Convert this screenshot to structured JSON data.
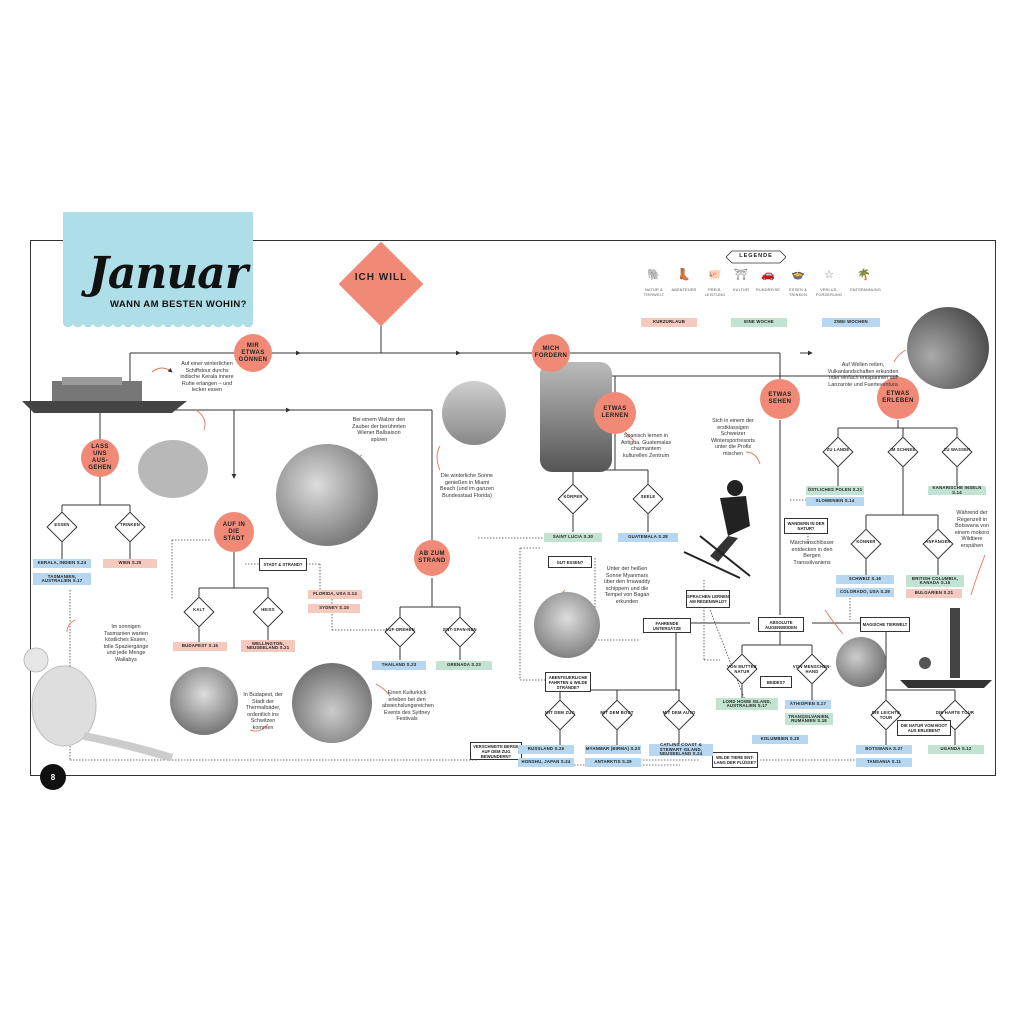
{
  "title": {
    "main": "Januar",
    "subtitle": "WANN AM BESTEN WOHIN?"
  },
  "page_number": "8",
  "start": {
    "label": "ICH WILL"
  },
  "colors": {
    "coral": "#f08a76",
    "blue_tag": "#b6d7ef",
    "pink_tag": "#f6c9bf",
    "green_tag": "#c3e3d2",
    "title_bg": "#aedfe8"
  },
  "legend": {
    "title": "LEGENDE",
    "items": [
      {
        "label": "NATUR & TIERWELT",
        "icon": "elephant-icon",
        "glyph": "🐘"
      },
      {
        "label": "ABENTEUER",
        "icon": "boot-icon",
        "glyph": "👢"
      },
      {
        "label": "PREIS-LEISTUNG",
        "icon": "piggy-bank-icon",
        "glyph": "🐖"
      },
      {
        "label": "KULTUR",
        "icon": "temple-icon",
        "glyph": "⛩"
      },
      {
        "label": "RUNDREISE",
        "icon": "car-icon",
        "glyph": "🚗"
      },
      {
        "label": "ESSEN & TRINKEN",
        "icon": "dish-icon",
        "glyph": "🍲"
      },
      {
        "label": "VERLUS-FORDERUNG",
        "icon": "star-icon",
        "glyph": "☆"
      },
      {
        "label": "ENTSPANNUNG",
        "icon": "palm-icon",
        "glyph": "🌴"
      }
    ],
    "durations": [
      {
        "label": "KURZURLAUB",
        "color": "pink"
      },
      {
        "label": "EINE WOCHE",
        "color": "green"
      },
      {
        "label": "ZWEI WOCHEN",
        "color": "blue"
      }
    ]
  },
  "branches": [
    {
      "label": "MIR ETWAS GÖNNEN"
    },
    {
      "label": "MICH FORDERN"
    },
    {
      "label": "LASS UNS AUS-GEHEN"
    },
    {
      "label": "AUF IN DIE STADT"
    },
    {
      "label": "AB ZUM STRAND"
    },
    {
      "label": "ETWAS LERNEN"
    },
    {
      "label": "ETWAS SEHEN"
    },
    {
      "label": "ETWAS ERLEBEN"
    }
  ],
  "decisions": [
    {
      "label": "ESSEN"
    },
    {
      "label": "TRINKEN"
    },
    {
      "label": "KALT"
    },
    {
      "label": "HEISS"
    },
    {
      "label": "AUF-DREHEN"
    },
    {
      "label": "ENT-SPAN-NEN"
    },
    {
      "label": "KÖRPER"
    },
    {
      "label": "SEELE"
    },
    {
      "label": "MIT DEM ZUG"
    },
    {
      "label": "MIT DEM BOOT"
    },
    {
      "label": "MIT DEM AUTO"
    },
    {
      "label": "VON MUTTER NATUR"
    },
    {
      "label": "VON MENSCHEN-HAND"
    },
    {
      "label": "ZU LANDE"
    },
    {
      "label": "IM SCHNEE"
    },
    {
      "label": "ZU WASSER"
    },
    {
      "label": "KÖNNER"
    },
    {
      "label": "ANFÄNGER"
    },
    {
      "label": "DIE LEICHTE TOUR"
    },
    {
      "label": "DIE HARTE TOUR"
    }
  ],
  "boxes": [
    {
      "label": "STADT & STRAND?"
    },
    {
      "label": "GUT ESSEN?"
    },
    {
      "label": "SPRACHEN LERNEN AM REGENWALD?"
    },
    {
      "label": "FAHRENDE UNTERSÄTZE"
    },
    {
      "label": "ABSOLUTE AUGENWEIDEN"
    },
    {
      "label": "MAGISCHE TIERWELT"
    },
    {
      "label": "ABENTEUERLICHE FAHRTEN & WILDE STRÄNDE?"
    },
    {
      "label": "BEIDES?"
    },
    {
      "label": "WANDERN IN DER NATUR?"
    },
    {
      "label": "VERSCHNEITE BERGE AUF DEM ZUG BEWUNDERN?"
    },
    {
      "label": "WILDE TIERE ENT-LANG DER FLÜSSE?"
    },
    {
      "label": "DIE NATUR VOM BOOT AUS ERLEBEN?"
    }
  ],
  "destinations": [
    {
      "label": "KERALA, INDIEN S.24",
      "color": "blue"
    },
    {
      "label": "TASMANIEN, AUSTRALIEN S.17",
      "color": "blue"
    },
    {
      "label": "WIEN S.20",
      "color": "pink"
    },
    {
      "label": "FLORIDA, USA S.14",
      "color": "pink"
    },
    {
      "label": "SYDNEY S.15",
      "color": "pink"
    },
    {
      "label": "BUDAPEST S.15",
      "color": "pink"
    },
    {
      "label": "WELLINGTON, NEUSEELAND S.21",
      "color": "pink"
    },
    {
      "label": "THAILAND S.23",
      "color": "blue"
    },
    {
      "label": "GRENADA S.23",
      "color": "green"
    },
    {
      "label": "SAINT LUCIA S.30",
      "color": "green"
    },
    {
      "label": "GUATEMALA S.28",
      "color": "blue"
    },
    {
      "label": "RUSSLAND S.26",
      "color": "blue"
    },
    {
      "label": "HONSHU, JAPAN S.24",
      "color": "blue"
    },
    {
      "label": "MYANMAR (BIRMA) S.23",
      "color": "blue"
    },
    {
      "label": "ANTARKTIS S.29",
      "color": "blue"
    },
    {
      "label": "CATLINS COAST & STEWART ISLAND, NEUSEELAND S.24",
      "color": "blue"
    },
    {
      "label": "LORD HOWE ISLAND, AUSTRALIEN S.17",
      "color": "green"
    },
    {
      "label": "ÄTHIOPIEN S.17",
      "color": "blue"
    },
    {
      "label": "TRANSSILVANIEN, RUMÄNIEN S.18",
      "color": "green"
    },
    {
      "label": "KOLUMBIEN S.20",
      "color": "blue"
    },
    {
      "label": "ÖSTLICHES POLEN S.21",
      "color": "green"
    },
    {
      "label": "SLOWENIEN S.14",
      "color": "blue"
    },
    {
      "label": "KANARISCHE INSELN S.14",
      "color": "green"
    },
    {
      "label": "SCHWEIZ S.16",
      "color": "blue"
    },
    {
      "label": "COLORADO, USA S.29",
      "color": "blue"
    },
    {
      "label": "BRITISH COLUMBIA, KANADA S.15",
      "color": "green"
    },
    {
      "label": "BULGARIEN S.21",
      "color": "pink"
    },
    {
      "label": "BOTSWANA S.27",
      "color": "blue"
    },
    {
      "label": "TANSANIA S.11",
      "color": "blue"
    },
    {
      "label": "UGANDA S.12",
      "color": "green"
    }
  ],
  "notes": [
    {
      "text": "Auf einer winterlichen Schiffstour durchs indische Kerala innere Ruhe erlangen – und lecker essen"
    },
    {
      "text": "Bei einem Walzer den Zauber der berühmten Wiener Ballsaison spüren"
    },
    {
      "text": "Die winterliche Sonne genießen in Miami Beach (und im ganzen Bundesstaat Florida)"
    },
    {
      "text": "Spanisch lernen in Antigua, Guatemalas charmantem kulturellen Zentrum"
    },
    {
      "text": "Sich in einem der erstklassigen Schweizer Wintersportresorts unter die Profis mischen"
    },
    {
      "text": "Auf Wellen reiten, Vulkanlandschaften erkunden oder einfach entspannen auf Lanzarote und Fuerteventura"
    },
    {
      "text": "Unter der heißen Sonne Myanmars über den Irrawaddy schippern und die Tempel von Bagan erkunden"
    },
    {
      "text": "Im sonnigen Tasmanien warten köstliches Essen, tolle Spaziergänge und jede Menge Wallabys"
    },
    {
      "text": "In Budapest, der Stadt der Thermalbäder, ordentlich ins Schwitzen kommen"
    },
    {
      "text": "Einen Kulturkick erleben bei den abwechslungsreichen Events des Sydney Festivals"
    },
    {
      "text": "Märchenschlösser entdecken in den Bergen Transsilvaniens"
    },
    {
      "text": "Während der Regenzeit in Botswana von einem mokoro Wildtiere erspähen"
    }
  ]
}
